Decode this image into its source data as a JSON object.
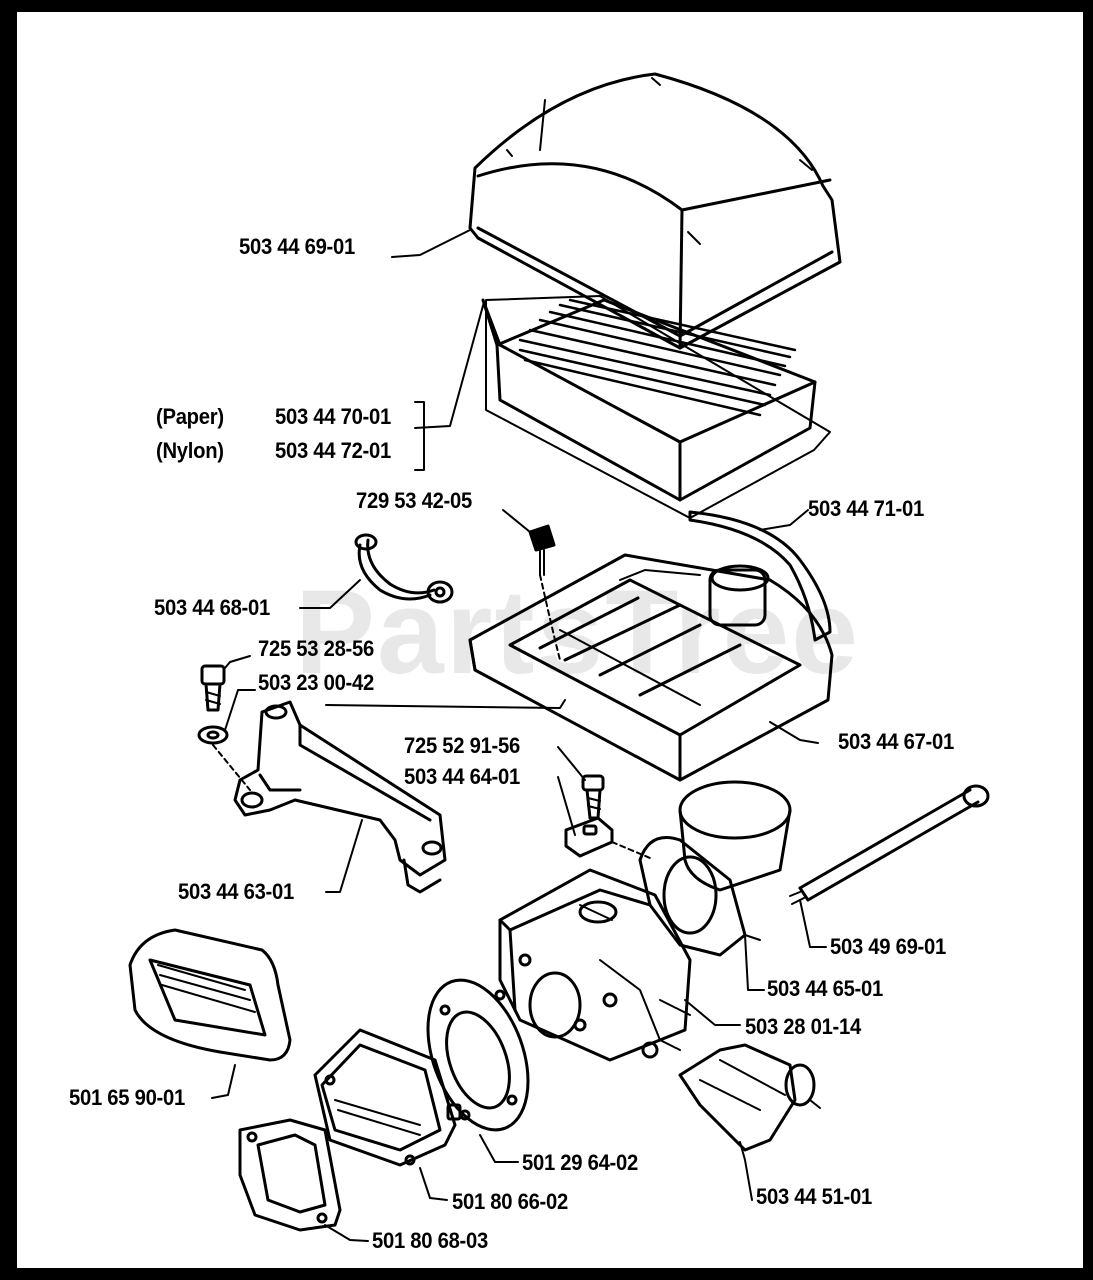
{
  "watermark": "PartsTree",
  "labels": {
    "cover": "503 44 69-01",
    "paper_tag": "(Paper)",
    "nylon_tag": "(Nylon)",
    "filter_paper": "503 44 70-01",
    "filter_nylon": "503 44 72-01",
    "screw_top": "729 53 42-05",
    "seal_strip": "503 44 71-01",
    "clip": "503 44 68-01",
    "screw_left": "725 53 28-56",
    "washer": "503 23 00-42",
    "filter_base": "503 44 67-01",
    "screw_mid": "725 52 91-56",
    "nut_block": "503 44 64-01",
    "bracket": "503 44 63-01",
    "bolt": "503 49 69-01",
    "elbow": "503 44 65-01",
    "carburetor": "503 28 01-14",
    "boot": "501 65 90-01",
    "gasket_round": "501 29 64-02",
    "intake": "501 80 66-02",
    "gasket_rect": "501 80 68-03",
    "fuel_pump": "503 44 51-01"
  },
  "colors": {
    "ink": "#000000",
    "paper": "#ffffff",
    "border": "#000000"
  }
}
